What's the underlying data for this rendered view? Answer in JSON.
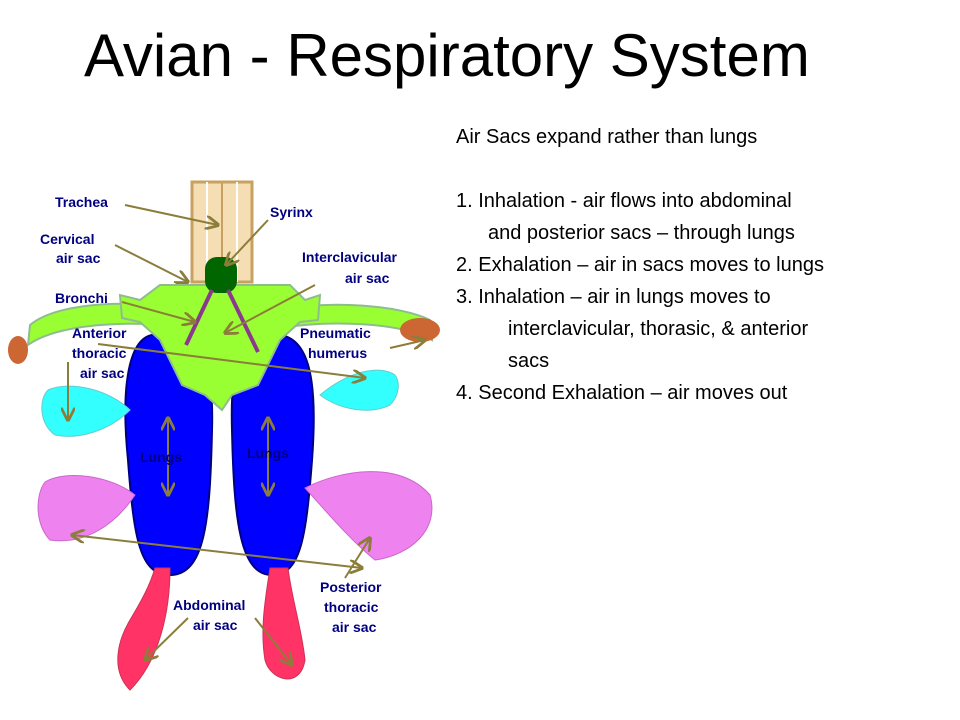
{
  "title": "Avian - Respiratory System",
  "diagram": {
    "labels": {
      "trachea": "Trachea",
      "syrinx": "Syrinx",
      "cervical_1": "Cervical",
      "cervical_2": "air sac",
      "interclavicular_1": "Interclavicular",
      "interclavicular_2": "air sac",
      "bronchi": "Bronchi",
      "anterior_1": "Anterior",
      "anterior_2": "thoracic",
      "anterior_3": "air sac",
      "pneumatic_1": "Pneumatic",
      "pneumatic_2": "humerus",
      "lungs_left": "Lungs",
      "lungs_right": "Lungs",
      "abdominal_1": "Abdominal",
      "abdominal_2": "air sac",
      "posterior_1": "Posterior",
      "posterior_2": "thoracic",
      "posterior_3": "air sac"
    },
    "colors": {
      "trachea": "#f5deb3",
      "syrinx": "#006600",
      "bronchi_sac": "#99ff33",
      "lungs": "#0000ff",
      "anterior_sac": "#33ffff",
      "posterior_sac": "#ee82ee",
      "abdominal_sac": "#ff3366",
      "humerus": "#cc6633",
      "arrows": "#8b7d3a",
      "label_text": "#000080"
    }
  },
  "notes": {
    "line1": "Air Sacs expand rather than lungs",
    "step1a": "1. Inhalation - air flows into abdominal",
    "step1b": "and posterior sacs – through lungs",
    "step2": "2. Exhalation – air in sacs moves to lungs",
    "step3a": "3. Inhalation – air in lungs moves to",
    "step3b": "interclavicular, thorasic, & anterior",
    "step3c": "sacs",
    "step4": "4. Second Exhalation – air moves out"
  }
}
